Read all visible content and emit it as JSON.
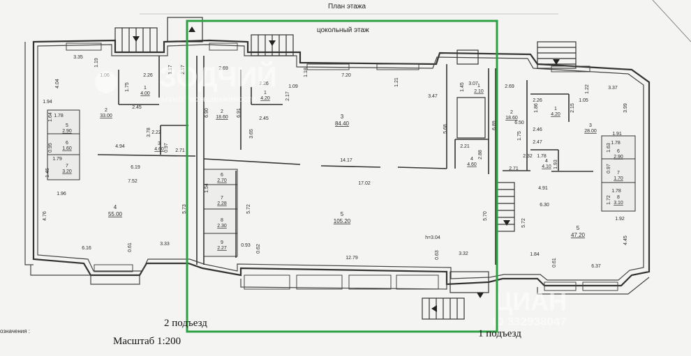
{
  "header": {
    "title": "План этажа",
    "subtitle": "цокольный этаж"
  },
  "footer": {
    "entrance_left": "2 подъезд",
    "entrance_right": "1 подъезд",
    "scale": "Масштаб 1:200",
    "legend_cut": "означения :"
  },
  "watermarks": {
    "zodchiy": "ЗОДЧИЙ",
    "zodchiy_sub": "АГЕНТСТВО НЕДВИЖИМОСТИ",
    "cian": "ЦИАН",
    "cian_id": "ID 332938047"
  },
  "highlight_color": "#2ea043",
  "rooms": [
    {
      "id": "r3-center",
      "num": "3",
      "area": "84.40"
    },
    {
      "id": "r5-center",
      "num": "5",
      "area": "105.20"
    },
    {
      "id": "r2-left-mid",
      "num": "2",
      "area": "18.60"
    },
    {
      "id": "r1-left-mid",
      "num": "1",
      "area": "4.20"
    },
    {
      "id": "r2-left",
      "num": "2",
      "area": "33.00"
    },
    {
      "id": "r1-left",
      "num": "1",
      "area": "4.00"
    },
    {
      "id": "r3-left",
      "num": "3",
      "area": "4.60"
    },
    {
      "id": "r4-left",
      "num": "4",
      "area": "55.00"
    },
    {
      "id": "r5-left",
      "num": "5",
      "area": "2.90"
    },
    {
      "id": "r6-left",
      "num": "6",
      "area": "1.60"
    },
    {
      "id": "r7-left",
      "num": "7",
      "area": "3.20"
    },
    {
      "id": "r6-mid",
      "num": "6",
      "area": "2.70"
    },
    {
      "id": "r7-mid",
      "num": "7",
      "area": "2.28"
    },
    {
      "id": "r8-mid",
      "num": "8",
      "area": "2.30"
    },
    {
      "id": "r9-mid",
      "num": "9",
      "area": "2.27"
    },
    {
      "id": "r4-right-mid",
      "num": "4",
      "area": "4.60"
    },
    {
      "id": "r1-right-mid",
      "num": "1",
      "area": "2.10"
    },
    {
      "id": "r2-right",
      "num": "2",
      "area": "18.60"
    },
    {
      "id": "r1-right",
      "num": "1",
      "area": "4.20"
    },
    {
      "id": "r3-right",
      "num": "3",
      "area": "28.00"
    },
    {
      "id": "r4-right",
      "num": "4",
      "area": "4.10"
    },
    {
      "id": "r5-right",
      "num": "5",
      "area": "47.20"
    },
    {
      "id": "r6-right",
      "num": "6",
      "area": "2.90"
    },
    {
      "id": "r7-right",
      "num": "7",
      "area": "1.70"
    },
    {
      "id": "r8-right",
      "num": "8",
      "area": "3.10"
    }
  ],
  "dimensions": [
    "3.35",
    "1.19",
    "2.26",
    "1.06",
    "4.04",
    "1.94",
    "1.78",
    "1.64",
    "0.95",
    "1.45",
    "1.79",
    "1.96",
    "4.76",
    "4.94",
    "3.78",
    "2.45",
    "1.75",
    "6.19",
    "7.52",
    "6.16",
    "0.61",
    "3.33",
    "5.73",
    "1.17",
    "2.17",
    "2.22",
    "0.97",
    "2.71",
    "6.90",
    "6.91",
    "2.69",
    "2.26",
    "1.09",
    "2.17",
    "2.45",
    "3.65",
    "7.20",
    "1.21",
    "3.47",
    "1.18",
    "5.68",
    "1.45",
    "3.07",
    "2.21",
    "2.88",
    "6.89",
    "2.69",
    "14.17",
    "17.02",
    "5.72",
    "1.54",
    "0.93",
    "0.62",
    "12.79",
    "h=3.04",
    "0.63",
    "3.32",
    "5.70",
    "2.26",
    "1.86",
    "2.15",
    "1.05",
    "1.22",
    "3.37",
    "3.99",
    "6.50",
    "1.75",
    "2.46",
    "2.47",
    "2.32",
    "1.78",
    "1.93",
    "2.71",
    "1.91",
    "1.78",
    "1.63",
    "0.97",
    "1.72",
    "4.91",
    "6.30",
    "5.72",
    "1.92",
    "4.45",
    "1.84",
    "0.61",
    "6.37",
    "1.78"
  ]
}
